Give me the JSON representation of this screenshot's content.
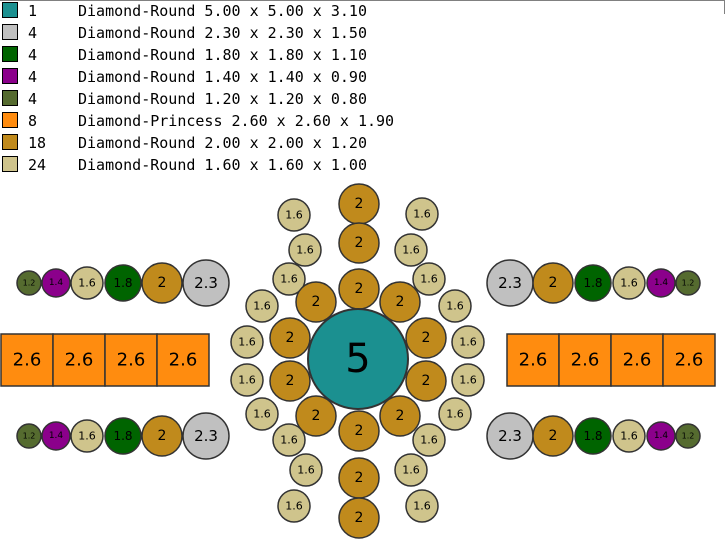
{
  "legend": [
    {
      "qty": "1",
      "desc": "Diamond-Round 5.00 x 5.00 x 3.10",
      "color": "#1b9090"
    },
    {
      "qty": "4",
      "desc": "Diamond-Round 2.30 x 2.30 x 1.50",
      "color": "#c0c0c0"
    },
    {
      "qty": "4",
      "desc": "Diamond-Round 1.80 x 1.80 x 1.10",
      "color": "#006400"
    },
    {
      "qty": "4",
      "desc": "Diamond-Round 1.40 x 1.40 x 0.90",
      "color": "#8b008b"
    },
    {
      "qty": "4",
      "desc": "Diamond-Round 1.20 x 1.20 x 0.80",
      "color": "#556b2f"
    },
    {
      "qty": "8",
      "desc": "Diamond-Princess 2.60 x 2.60 x 1.90",
      "color": "#ff8c0f"
    },
    {
      "qty": "18",
      "desc": "Diamond-Round 2.00 x 2.00 x 1.20",
      "color": "#c08a1c"
    },
    {
      "qty": "24",
      "desc": "Diamond-Round 1.60 x 1.60 x 1.00",
      "color": "#cfc48c"
    }
  ],
  "stone_labels": {
    "r500": "5",
    "r230": "2.3",
    "r180": "1.8",
    "r140": "1.4",
    "r120": "1.2",
    "p260": "2.6",
    "r200": "2",
    "r160": "1.6"
  },
  "colors": {
    "r500": "#1b9090",
    "r230": "#c0c0c0",
    "r180": "#006400",
    "r140": "#8b008b",
    "r120": "#556b2f",
    "p260": "#ff8c0f",
    "r200": "#c08a1c",
    "r160": "#cfc48c",
    "outline": "#333333"
  }
}
